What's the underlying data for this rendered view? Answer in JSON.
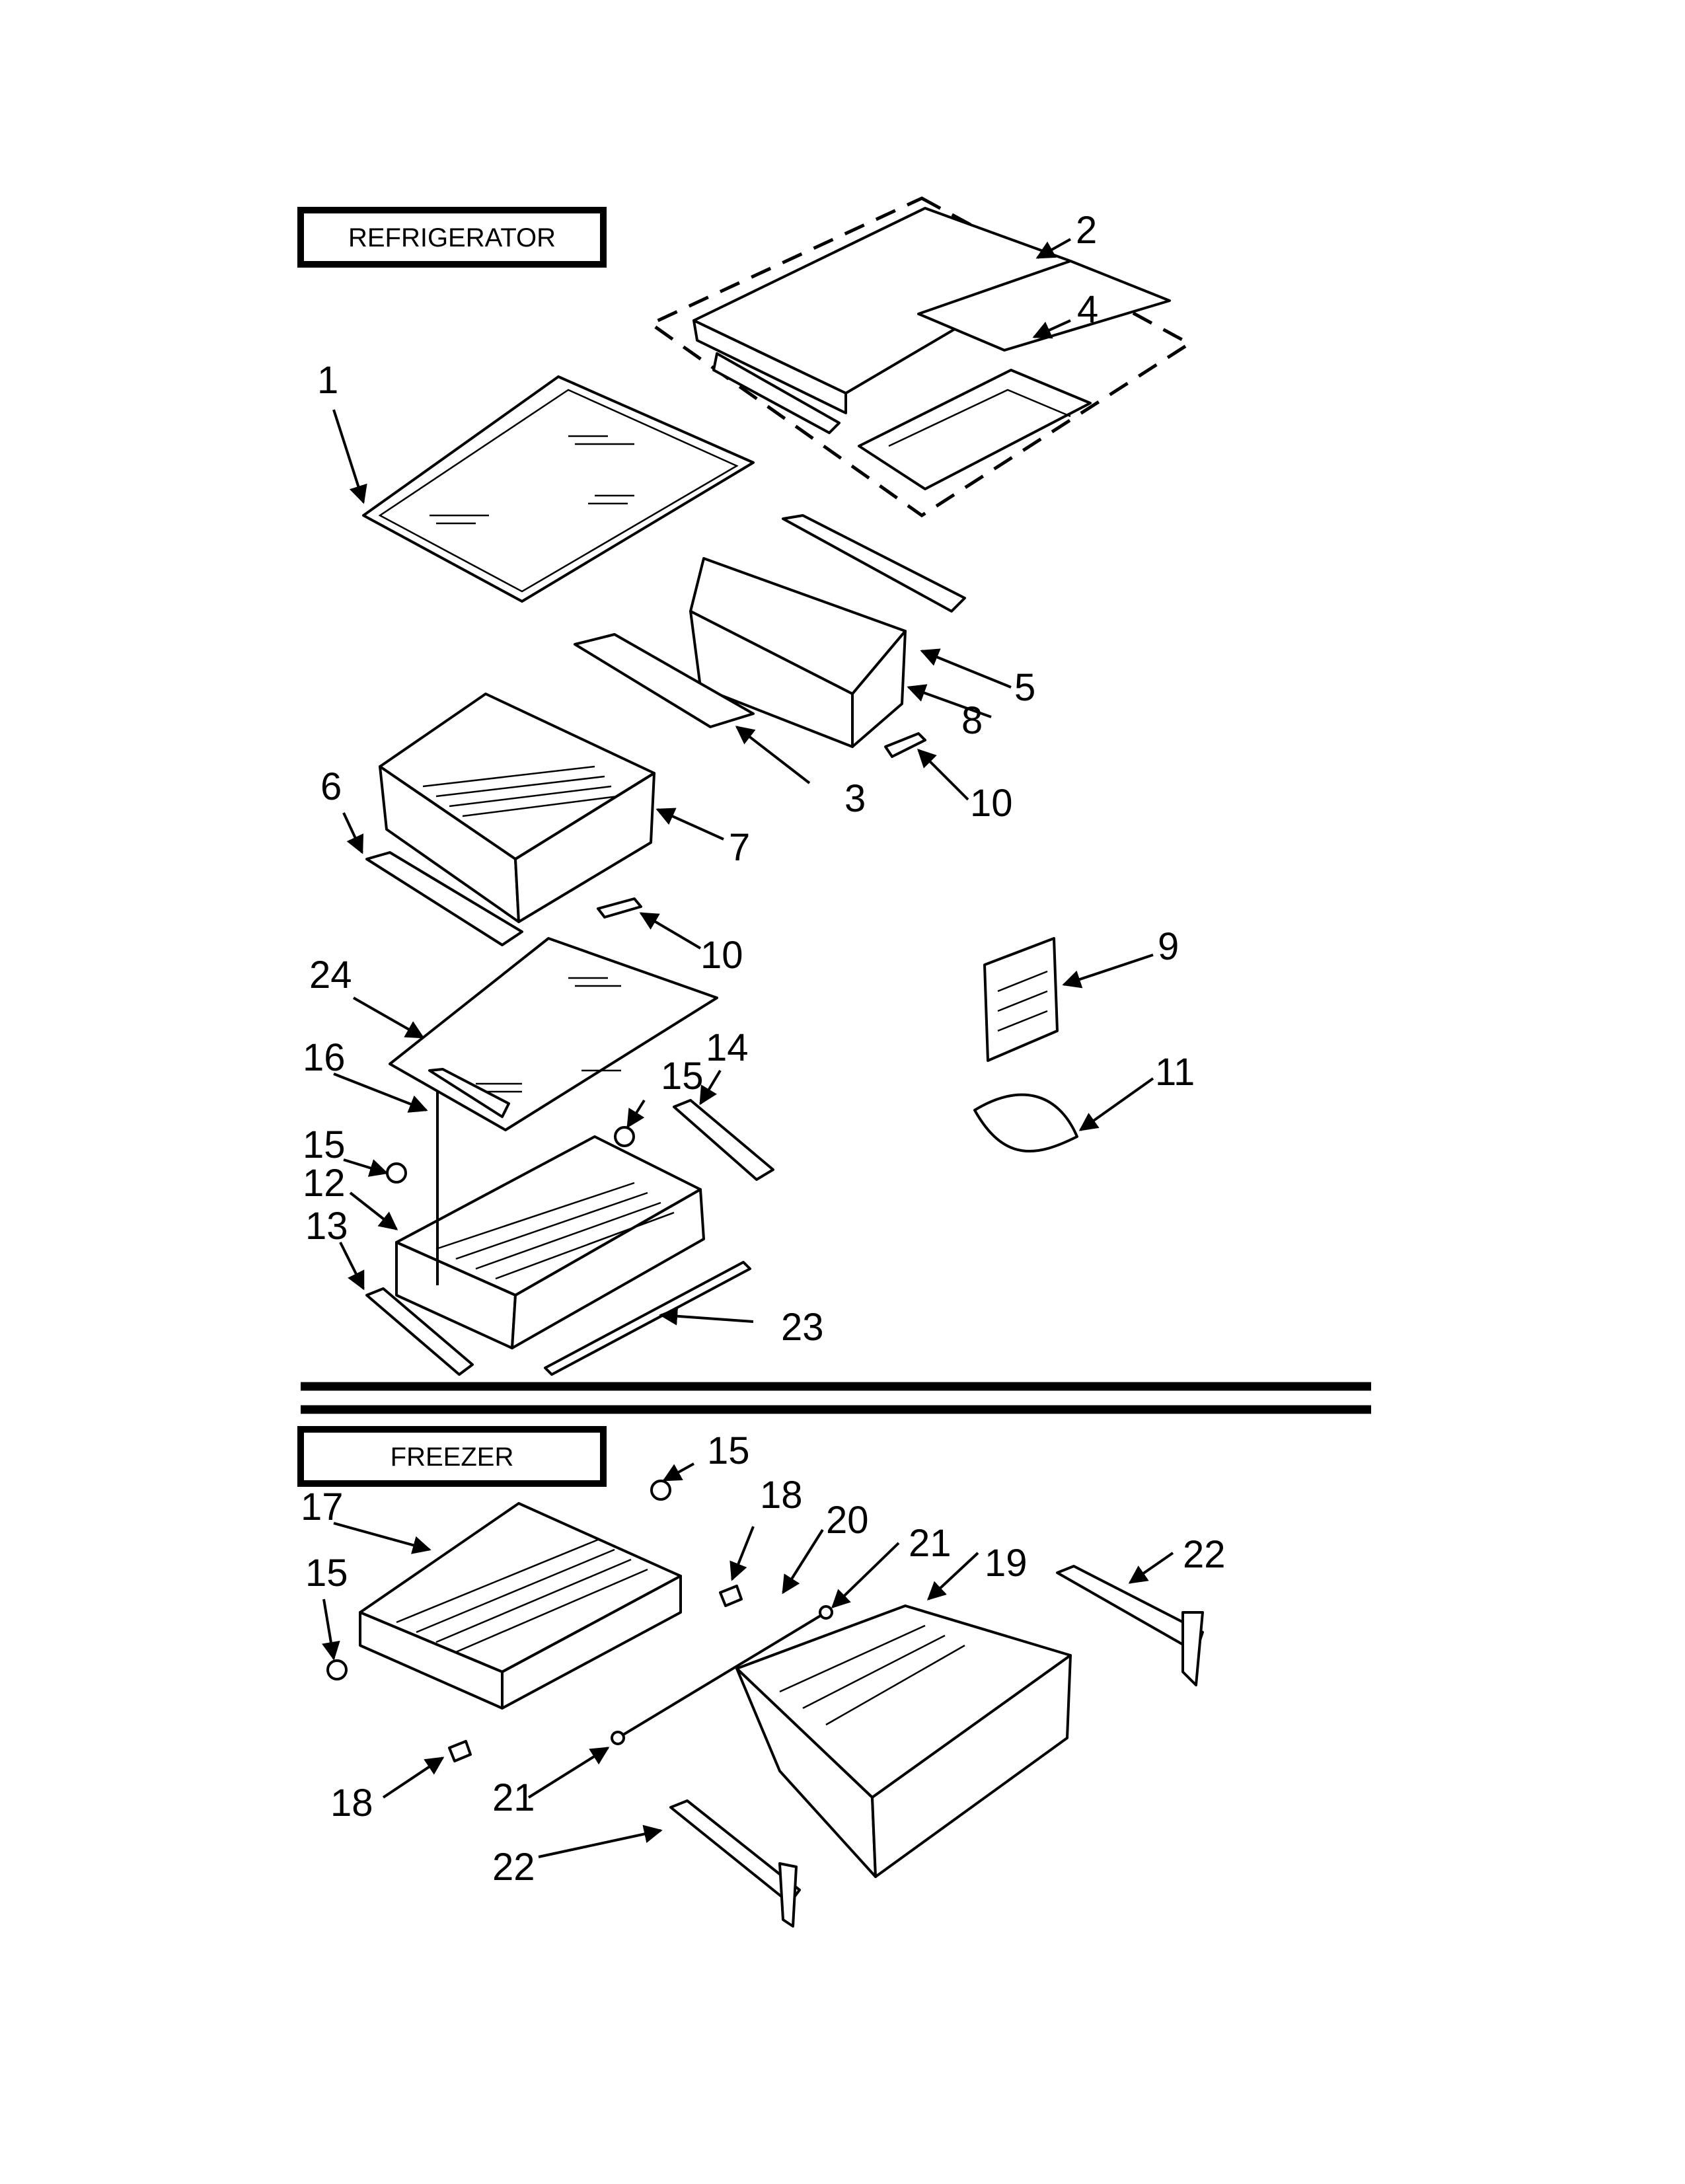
{
  "sections": {
    "refrigerator": "REFRIGERATOR",
    "freezer": "FREEZER"
  },
  "callouts": {
    "c1": "1",
    "c2": "2",
    "c3": "3",
    "c4": "4",
    "c5": "5",
    "c6": "6",
    "c7": "7",
    "c8": "8",
    "c9": "9",
    "c10a": "10",
    "c10b": "10",
    "c11": "11",
    "c12": "12",
    "c13": "13",
    "c14": "14",
    "c15a": "15",
    "c15b": "15",
    "c15c": "15",
    "c15d": "15",
    "c16": "16",
    "c17": "17",
    "c18a": "18",
    "c18b": "18",
    "c19": "19",
    "c20": "20",
    "c21a": "21",
    "c21b": "21",
    "c22a": "22",
    "c22b": "22",
    "c23": "23",
    "c24": "24"
  }
}
